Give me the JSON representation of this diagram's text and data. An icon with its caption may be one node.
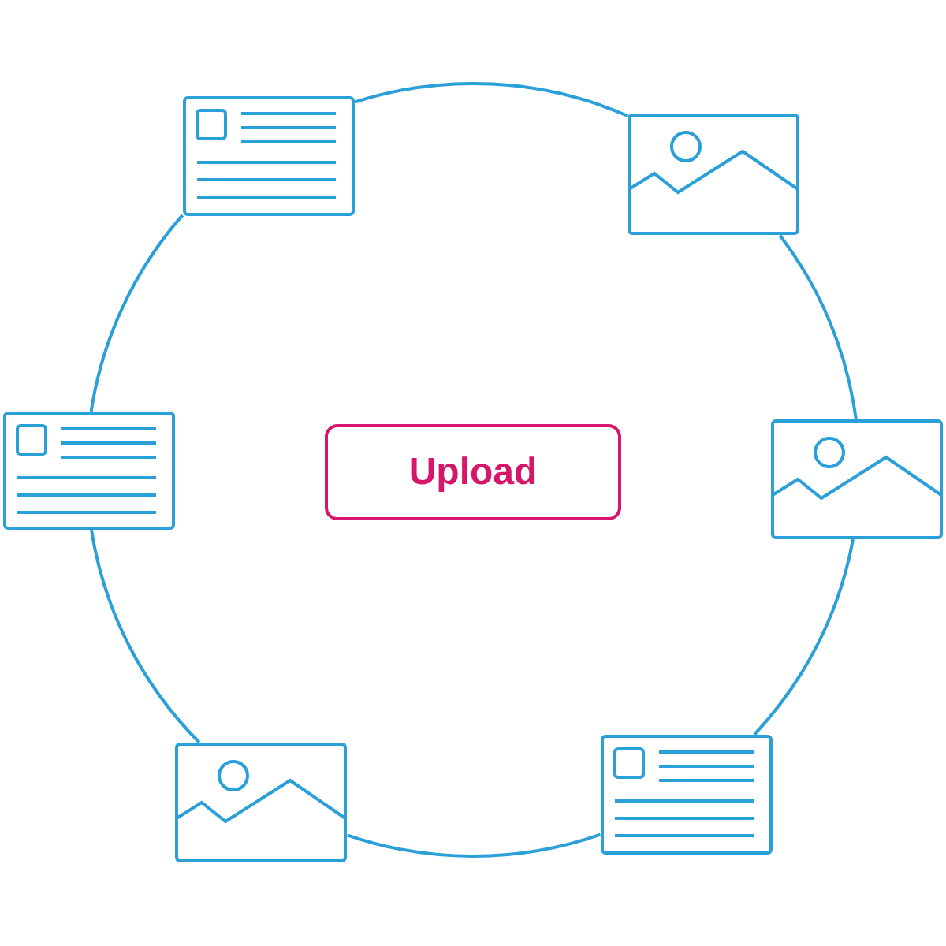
{
  "diagram": {
    "nodes": [
      {
        "text": [
          "Upload"
        ]
      },
      {
        "text": [],
        "shape": "picture"
      },
      {
        "text": [],
        "shape": "picture"
      },
      {
        "text": [],
        "shape": "picture"
      },
      {
        "text": [],
        "shape": "picture"
      },
      {
        "text": [],
        "shape": "picture"
      },
      {
        "text": [],
        "shape": "picture"
      }
    ],
    "edges": [
      {
        "from": 1,
        "to": 2,
        "arrow": "none"
      },
      {
        "from": 2,
        "to": 3,
        "arrow": "none"
      },
      {
        "from": 3,
        "to": 4,
        "arrow": "none"
      },
      {
        "from": 4,
        "to": 5,
        "arrow": "none"
      },
      {
        "from": 5,
        "to": 6,
        "arrow": "none"
      },
      {
        "from": 6,
        "to": 1,
        "arrow": "none"
      }
    ]
  }
}
